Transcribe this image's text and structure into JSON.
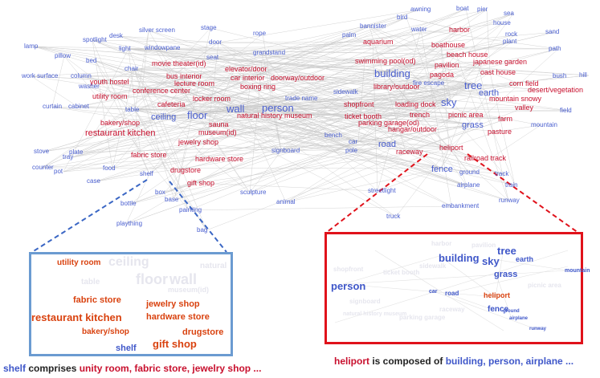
{
  "colors": {
    "object": "#4a5fd0",
    "scene": "#c8102e",
    "edge": "#c9c9c9",
    "left_box": "#6b9bd1",
    "right_box": "#e0121b"
  },
  "nodes": [
    {
      "id": "lamp",
      "label": "lamp",
      "type": "object"
    },
    {
      "id": "spotlight",
      "label": "spotlight",
      "type": "object"
    },
    {
      "id": "desk",
      "label": "desk",
      "type": "object"
    },
    {
      "id": "silver_screen",
      "label": "silver screen",
      "type": "object"
    },
    {
      "id": "stage",
      "label": "stage",
      "type": "object"
    },
    {
      "id": "rope",
      "label": "rope",
      "type": "object"
    },
    {
      "id": "pillow",
      "label": "pillow",
      "type": "object"
    },
    {
      "id": "light",
      "label": "light",
      "type": "object"
    },
    {
      "id": "windowpane",
      "label": "windowpane",
      "type": "object"
    },
    {
      "id": "door",
      "label": "door",
      "type": "object"
    },
    {
      "id": "grandstand",
      "label": "grandstand",
      "type": "object"
    },
    {
      "id": "bed",
      "label": "bed",
      "type": "object"
    },
    {
      "id": "seat",
      "label": "seat",
      "type": "object"
    },
    {
      "id": "chair",
      "label": "chair",
      "type": "object"
    },
    {
      "id": "movie_theater",
      "label": "movie theater(id)",
      "type": "scene"
    },
    {
      "id": "elevator_door",
      "label": "elevator/door",
      "type": "scene"
    },
    {
      "id": "work_surface",
      "label": "work surface",
      "type": "object"
    },
    {
      "id": "column",
      "label": "column",
      "type": "object"
    },
    {
      "id": "bus_interior",
      "label": "bus interior",
      "type": "scene"
    },
    {
      "id": "car_interior",
      "label": "car interior",
      "type": "scene"
    },
    {
      "id": "youth_hostel",
      "label": "youth hostel",
      "type": "scene"
    },
    {
      "id": "lecture_room",
      "label": "lecture room",
      "type": "scene"
    },
    {
      "id": "doorway_outdoor",
      "label": "doorway/outdoor",
      "type": "scene"
    },
    {
      "id": "washer",
      "label": "washer",
      "type": "object"
    },
    {
      "id": "conference_center",
      "label": "conference center",
      "type": "scene"
    },
    {
      "id": "boxing_ring",
      "label": "boxing ring",
      "type": "scene"
    },
    {
      "id": "utility_room",
      "label": "utility room",
      "type": "scene"
    },
    {
      "id": "locker_room",
      "label": "locker room",
      "type": "scene"
    },
    {
      "id": "curtain",
      "label": "curtain",
      "type": "object"
    },
    {
      "id": "cabinet",
      "label": "cabinet",
      "type": "object"
    },
    {
      "id": "table",
      "label": "table",
      "type": "object"
    },
    {
      "id": "cafeteria",
      "label": "cafeteria",
      "type": "scene"
    },
    {
      "id": "wall",
      "label": "wall",
      "type": "object"
    },
    {
      "id": "person",
      "label": "person",
      "type": "object"
    },
    {
      "id": "trade_name",
      "label": "trade name",
      "type": "object"
    },
    {
      "id": "floor",
      "label": "floor",
      "type": "object"
    },
    {
      "id": "ceiling",
      "label": "ceiling",
      "type": "object"
    },
    {
      "id": "natural_history_museum",
      "label": "natural history museum",
      "type": "scene"
    },
    {
      "id": "sauna",
      "label": "sauna",
      "type": "scene"
    },
    {
      "id": "restaurant_kitchen",
      "label": "restaurant kitchen",
      "type": "scene"
    },
    {
      "id": "museum",
      "label": "museum(id)",
      "type": "scene"
    },
    {
      "id": "bakery_shop",
      "label": "bakery/shop",
      "type": "scene"
    },
    {
      "id": "jewelry_shop",
      "label": "jewelry shop",
      "type": "scene"
    },
    {
      "id": "stove",
      "label": "stove",
      "type": "object"
    },
    {
      "id": "plate",
      "label": "plate",
      "type": "object"
    },
    {
      "id": "tray",
      "label": "tray",
      "type": "object"
    },
    {
      "id": "fabric_store",
      "label": "fabric store",
      "type": "scene"
    },
    {
      "id": "hardware_store",
      "label": "hardware store",
      "type": "scene"
    },
    {
      "id": "counter",
      "label": "counter",
      "type": "object"
    },
    {
      "id": "pot",
      "label": "pot",
      "type": "object"
    },
    {
      "id": "food",
      "label": "food",
      "type": "object"
    },
    {
      "id": "drugstore",
      "label": "drugstore",
      "type": "scene"
    },
    {
      "id": "shelf",
      "label": "shelf",
      "type": "object"
    },
    {
      "id": "case",
      "label": "case",
      "type": "object"
    },
    {
      "id": "gift_shop",
      "label": "gift shop",
      "type": "scene"
    },
    {
      "id": "box",
      "label": "box",
      "type": "object"
    },
    {
      "id": "base",
      "label": "base",
      "type": "object"
    },
    {
      "id": "sculpture",
      "label": "sculpture",
      "type": "object"
    },
    {
      "id": "bottle",
      "label": "bottle",
      "type": "object"
    },
    {
      "id": "painting",
      "label": "painting",
      "type": "object"
    },
    {
      "id": "animal",
      "label": "animal",
      "type": "object"
    },
    {
      "id": "plaything",
      "label": "plaything",
      "type": "object"
    },
    {
      "id": "bag",
      "label": "bag",
      "type": "object"
    },
    {
      "id": "bench",
      "label": "bench",
      "type": "object"
    },
    {
      "id": "signboard",
      "label": "signboard",
      "type": "object"
    },
    {
      "id": "car",
      "label": "car",
      "type": "object"
    },
    {
      "id": "pole",
      "label": "pole",
      "type": "object"
    },
    {
      "id": "awning",
      "label": "awning",
      "type": "object"
    },
    {
      "id": "boat",
      "label": "boat",
      "type": "object"
    },
    {
      "id": "pier",
      "label": "pier",
      "type": "object"
    },
    {
      "id": "bird",
      "label": "bird",
      "type": "object"
    },
    {
      "id": "sea",
      "label": "sea",
      "type": "object"
    },
    {
      "id": "bannister",
      "label": "bannister",
      "type": "object"
    },
    {
      "id": "water",
      "label": "water",
      "type": "object"
    },
    {
      "id": "harbor",
      "label": "harbor",
      "type": "scene"
    },
    {
      "id": "house",
      "label": "house",
      "type": "object"
    },
    {
      "id": "palm",
      "label": "palm",
      "type": "object"
    },
    {
      "id": "rock",
      "label": "rock",
      "type": "object"
    },
    {
      "id": "sand",
      "label": "sand",
      "type": "object"
    },
    {
      "id": "aquarium",
      "label": "aquarium",
      "type": "scene"
    },
    {
      "id": "boathouse",
      "label": "boathouse",
      "type": "scene"
    },
    {
      "id": "plant",
      "label": "plant",
      "type": "object"
    },
    {
      "id": "path",
      "label": "path",
      "type": "object"
    },
    {
      "id": "beach_house",
      "label": "beach house",
      "type": "scene"
    },
    {
      "id": "swimming_pool",
      "label": "swimming pool(od)",
      "type": "scene"
    },
    {
      "id": "japanese_garden",
      "label": "japanese garden",
      "type": "scene"
    },
    {
      "id": "pavilion",
      "label": "pavilion",
      "type": "scene"
    },
    {
      "id": "building",
      "label": "building",
      "type": "object"
    },
    {
      "id": "oast_house",
      "label": "oast house",
      "type": "scene"
    },
    {
      "id": "pagoda",
      "label": "pagoda",
      "type": "scene"
    },
    {
      "id": "bush",
      "label": "bush",
      "type": "object"
    },
    {
      "id": "hill",
      "label": "hill",
      "type": "object"
    },
    {
      "id": "fire_escape",
      "label": "fire escape",
      "type": "object"
    },
    {
      "id": "tree",
      "label": "tree",
      "type": "object"
    },
    {
      "id": "library_outdoor",
      "label": "library/outdoor",
      "type": "scene"
    },
    {
      "id": "corn_field",
      "label": "corn field",
      "type": "scene"
    },
    {
      "id": "desert_vegetation",
      "label": "desert/vegetation",
      "type": "scene"
    },
    {
      "id": "sidewalk",
      "label": "sidewalk",
      "type": "object"
    },
    {
      "id": "earth",
      "label": "earth",
      "type": "object"
    },
    {
      "id": "sky",
      "label": "sky",
      "type": "object"
    },
    {
      "id": "mountain_snowy",
      "label": "mountain snowy",
      "type": "scene"
    },
    {
      "id": "loading_dock",
      "label": "loading dock",
      "type": "scene"
    },
    {
      "id": "shopfront",
      "label": "shopfront",
      "type": "scene"
    },
    {
      "id": "valley",
      "label": "valley",
      "type": "scene"
    },
    {
      "id": "field",
      "label": "field",
      "type": "object"
    },
    {
      "id": "trench",
      "label": "trench",
      "type": "scene"
    },
    {
      "id": "picnic_area",
      "label": "picnic area",
      "type": "scene"
    },
    {
      "id": "ticket_booth",
      "label": "ticket booth",
      "type": "scene"
    },
    {
      "id": "farm",
      "label": "farm",
      "type": "scene"
    },
    {
      "id": "parking_garage",
      "label": "parking garage(od)",
      "type": "scene"
    },
    {
      "id": "grass",
      "label": "grass",
      "type": "object"
    },
    {
      "id": "mountain",
      "label": "mountain",
      "type": "object"
    },
    {
      "id": "hangar",
      "label": "hangar/outdoor",
      "type": "scene"
    },
    {
      "id": "pasture",
      "label": "pasture",
      "type": "scene"
    },
    {
      "id": "road",
      "label": "road",
      "type": "object"
    },
    {
      "id": "heliport",
      "label": "heliport",
      "type": "scene"
    },
    {
      "id": "raceway",
      "label": "raceway",
      "type": "scene"
    },
    {
      "id": "railroad_track",
      "label": "railroad track",
      "type": "scene"
    },
    {
      "id": "fence",
      "label": "fence",
      "type": "object"
    },
    {
      "id": "ground",
      "label": "ground",
      "type": "object"
    },
    {
      "id": "track",
      "label": "track",
      "type": "object"
    },
    {
      "id": "streetlight",
      "label": "streetlight",
      "type": "object"
    },
    {
      "id": "airplane",
      "label": "airplane",
      "type": "object"
    },
    {
      "id": "train",
      "label": "train",
      "type": "object"
    },
    {
      "id": "runway",
      "label": "runway",
      "type": "object"
    },
    {
      "id": "embankment",
      "label": "embankment",
      "type": "object"
    },
    {
      "id": "truck",
      "label": "truck",
      "type": "object"
    }
  ],
  "zoom_left": {
    "items": [
      {
        "label": "utility room",
        "type": "scene"
      },
      {
        "label": "fabric store",
        "type": "scene"
      },
      {
        "label": "jewelry shop",
        "type": "scene"
      },
      {
        "label": "restaurant kitchen",
        "type": "scene"
      },
      {
        "label": "hardware store",
        "type": "scene"
      },
      {
        "label": "bakery/shop",
        "type": "scene"
      },
      {
        "label": "drugstore",
        "type": "scene"
      },
      {
        "label": "gift shop",
        "type": "scene"
      },
      {
        "label": "shelf",
        "type": "object"
      }
    ]
  },
  "zoom_right": {
    "items": [
      {
        "label": "tree",
        "type": "object"
      },
      {
        "label": "building",
        "type": "object"
      },
      {
        "label": "sky",
        "type": "object"
      },
      {
        "label": "earth",
        "type": "object"
      },
      {
        "label": "mountain",
        "type": "object"
      },
      {
        "label": "grass",
        "type": "object"
      },
      {
        "label": "person",
        "type": "object"
      },
      {
        "label": "car",
        "type": "object"
      },
      {
        "label": "road",
        "type": "object"
      },
      {
        "label": "heliport",
        "type": "scene"
      },
      {
        "label": "fence",
        "type": "object"
      },
      {
        "label": "ground",
        "type": "object"
      },
      {
        "label": "airplane",
        "type": "object"
      },
      {
        "label": "runway",
        "type": "object"
      }
    ]
  },
  "captions": {
    "left": {
      "subject": "shelf",
      "verb": " comprises ",
      "items": "unity room, fabric store, jewelry shop ..."
    },
    "right": {
      "subject": "heliport",
      "verb": " is composed of ",
      "items": "building, person, airplane ..."
    }
  }
}
